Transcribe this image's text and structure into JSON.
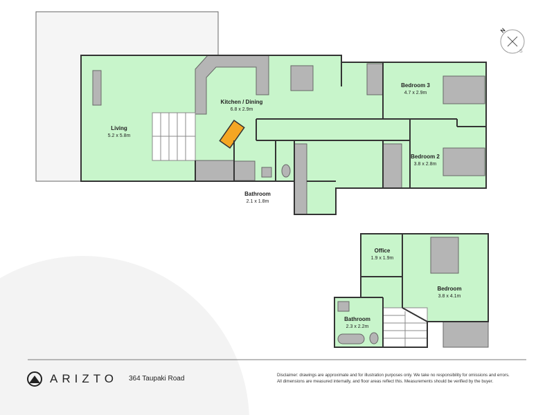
{
  "rooms": {
    "living": {
      "name": "Living",
      "dim": "5.2 x 5.8m"
    },
    "kitchen": {
      "name": "Kitchen / Dining",
      "dim": "6.8 x 2.9m"
    },
    "bedroom3": {
      "name": "Bedroom 3",
      "dim": "4.7 x 2.9m"
    },
    "bedroom2": {
      "name": "Bedroom 2",
      "dim": "3.8 x 2.8m"
    },
    "bathroom_upper": {
      "name": "Bathroom",
      "dim": "2.1 x 1.8m"
    },
    "office": {
      "name": "Office",
      "dim": "1.9 x 1.9m"
    },
    "bedroom": {
      "name": "Bedroom",
      "dim": "3.8 x 4.1m"
    },
    "bathroom_lower": {
      "name": "Bathroom",
      "dim": "2.3 x 2.2m"
    }
  },
  "compass": {
    "north": "N",
    "south": "S"
  },
  "footer": {
    "brand": "ARIZTO",
    "address": "364 Taupaki Road",
    "disclaimer_line1": "Disclaimer: drawings are approximate and for illustration purposes only. We take no responsibility for omissions and errors.",
    "disclaimer_line2": "All dimensions are measured internally, and floor areas reflect this. Measurements should be verified by the buyer."
  },
  "colors": {
    "room": "#c8f5cb",
    "fixture": "#b5b5b5",
    "accent_fireplace": "#f5a623",
    "wall": "#333333"
  }
}
